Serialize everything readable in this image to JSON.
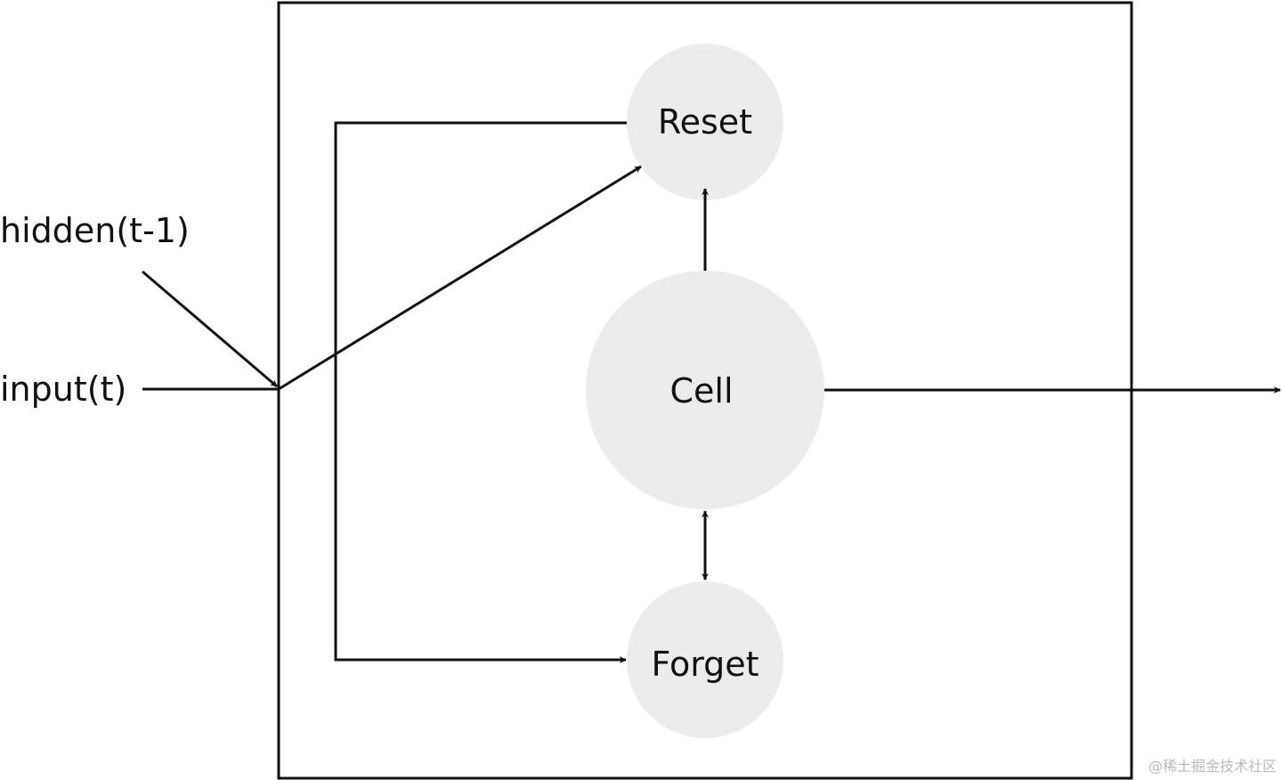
{
  "colors": {
    "stroke": "#111111",
    "node_fill": "#ececec",
    "background": "#ffffff",
    "watermark": "#b9b9b9"
  },
  "inputs": {
    "hidden": "hidden(t-1)",
    "input": "input(t)"
  },
  "nodes": {
    "reset": "Reset",
    "cell": "Cell",
    "forget": "Forget"
  },
  "watermark": "@稀土掘金技术社区"
}
